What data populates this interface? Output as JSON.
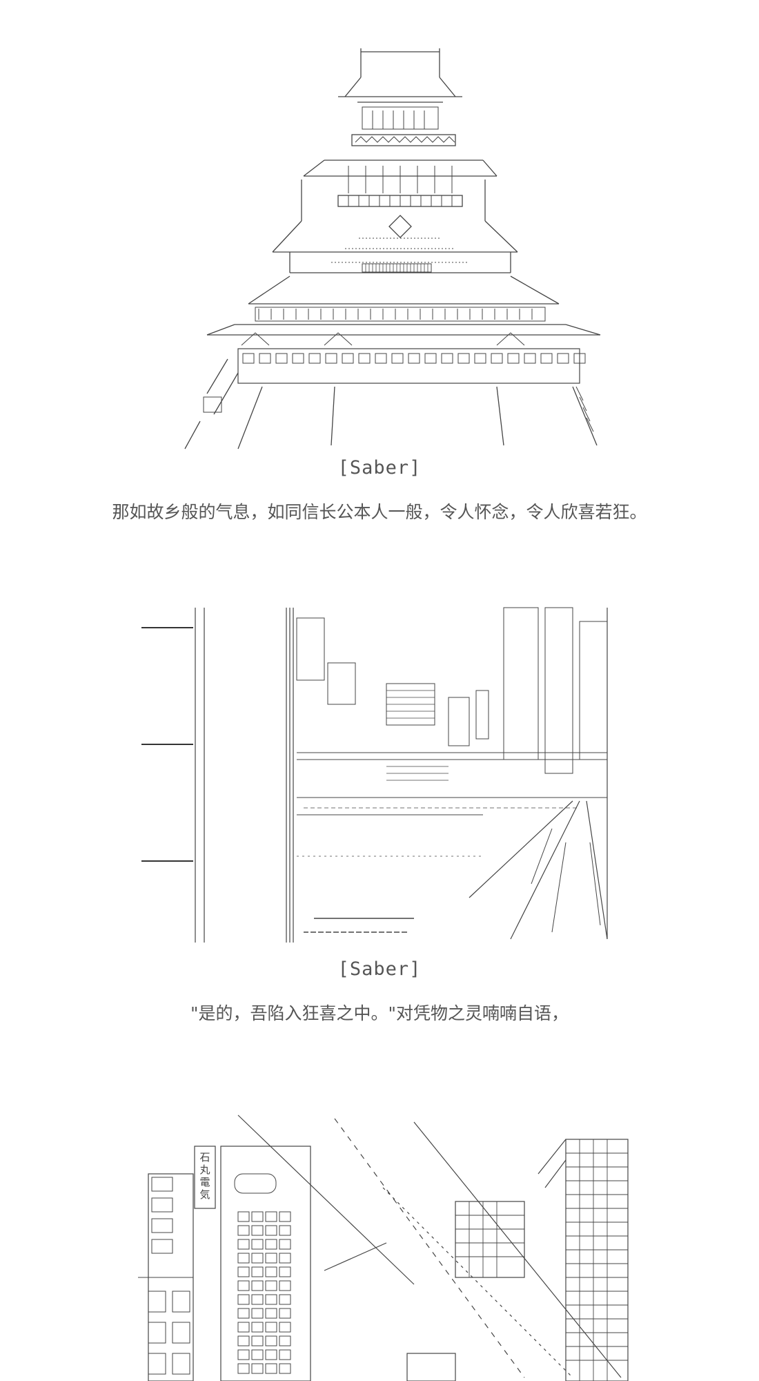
{
  "panels": [
    {
      "speaker": "[Saber]",
      "line": "那如故乡般的气息，如同信长公本人一般，令人怀念，令人欣喜若狂。"
    },
    {
      "speaker": "[Saber]",
      "line": "\"是的，吾陷入狂喜之中。\"对凭物之灵喃喃自语，"
    },
    {
      "sign": [
        "石",
        "丸",
        "電",
        "気"
      ]
    }
  ]
}
